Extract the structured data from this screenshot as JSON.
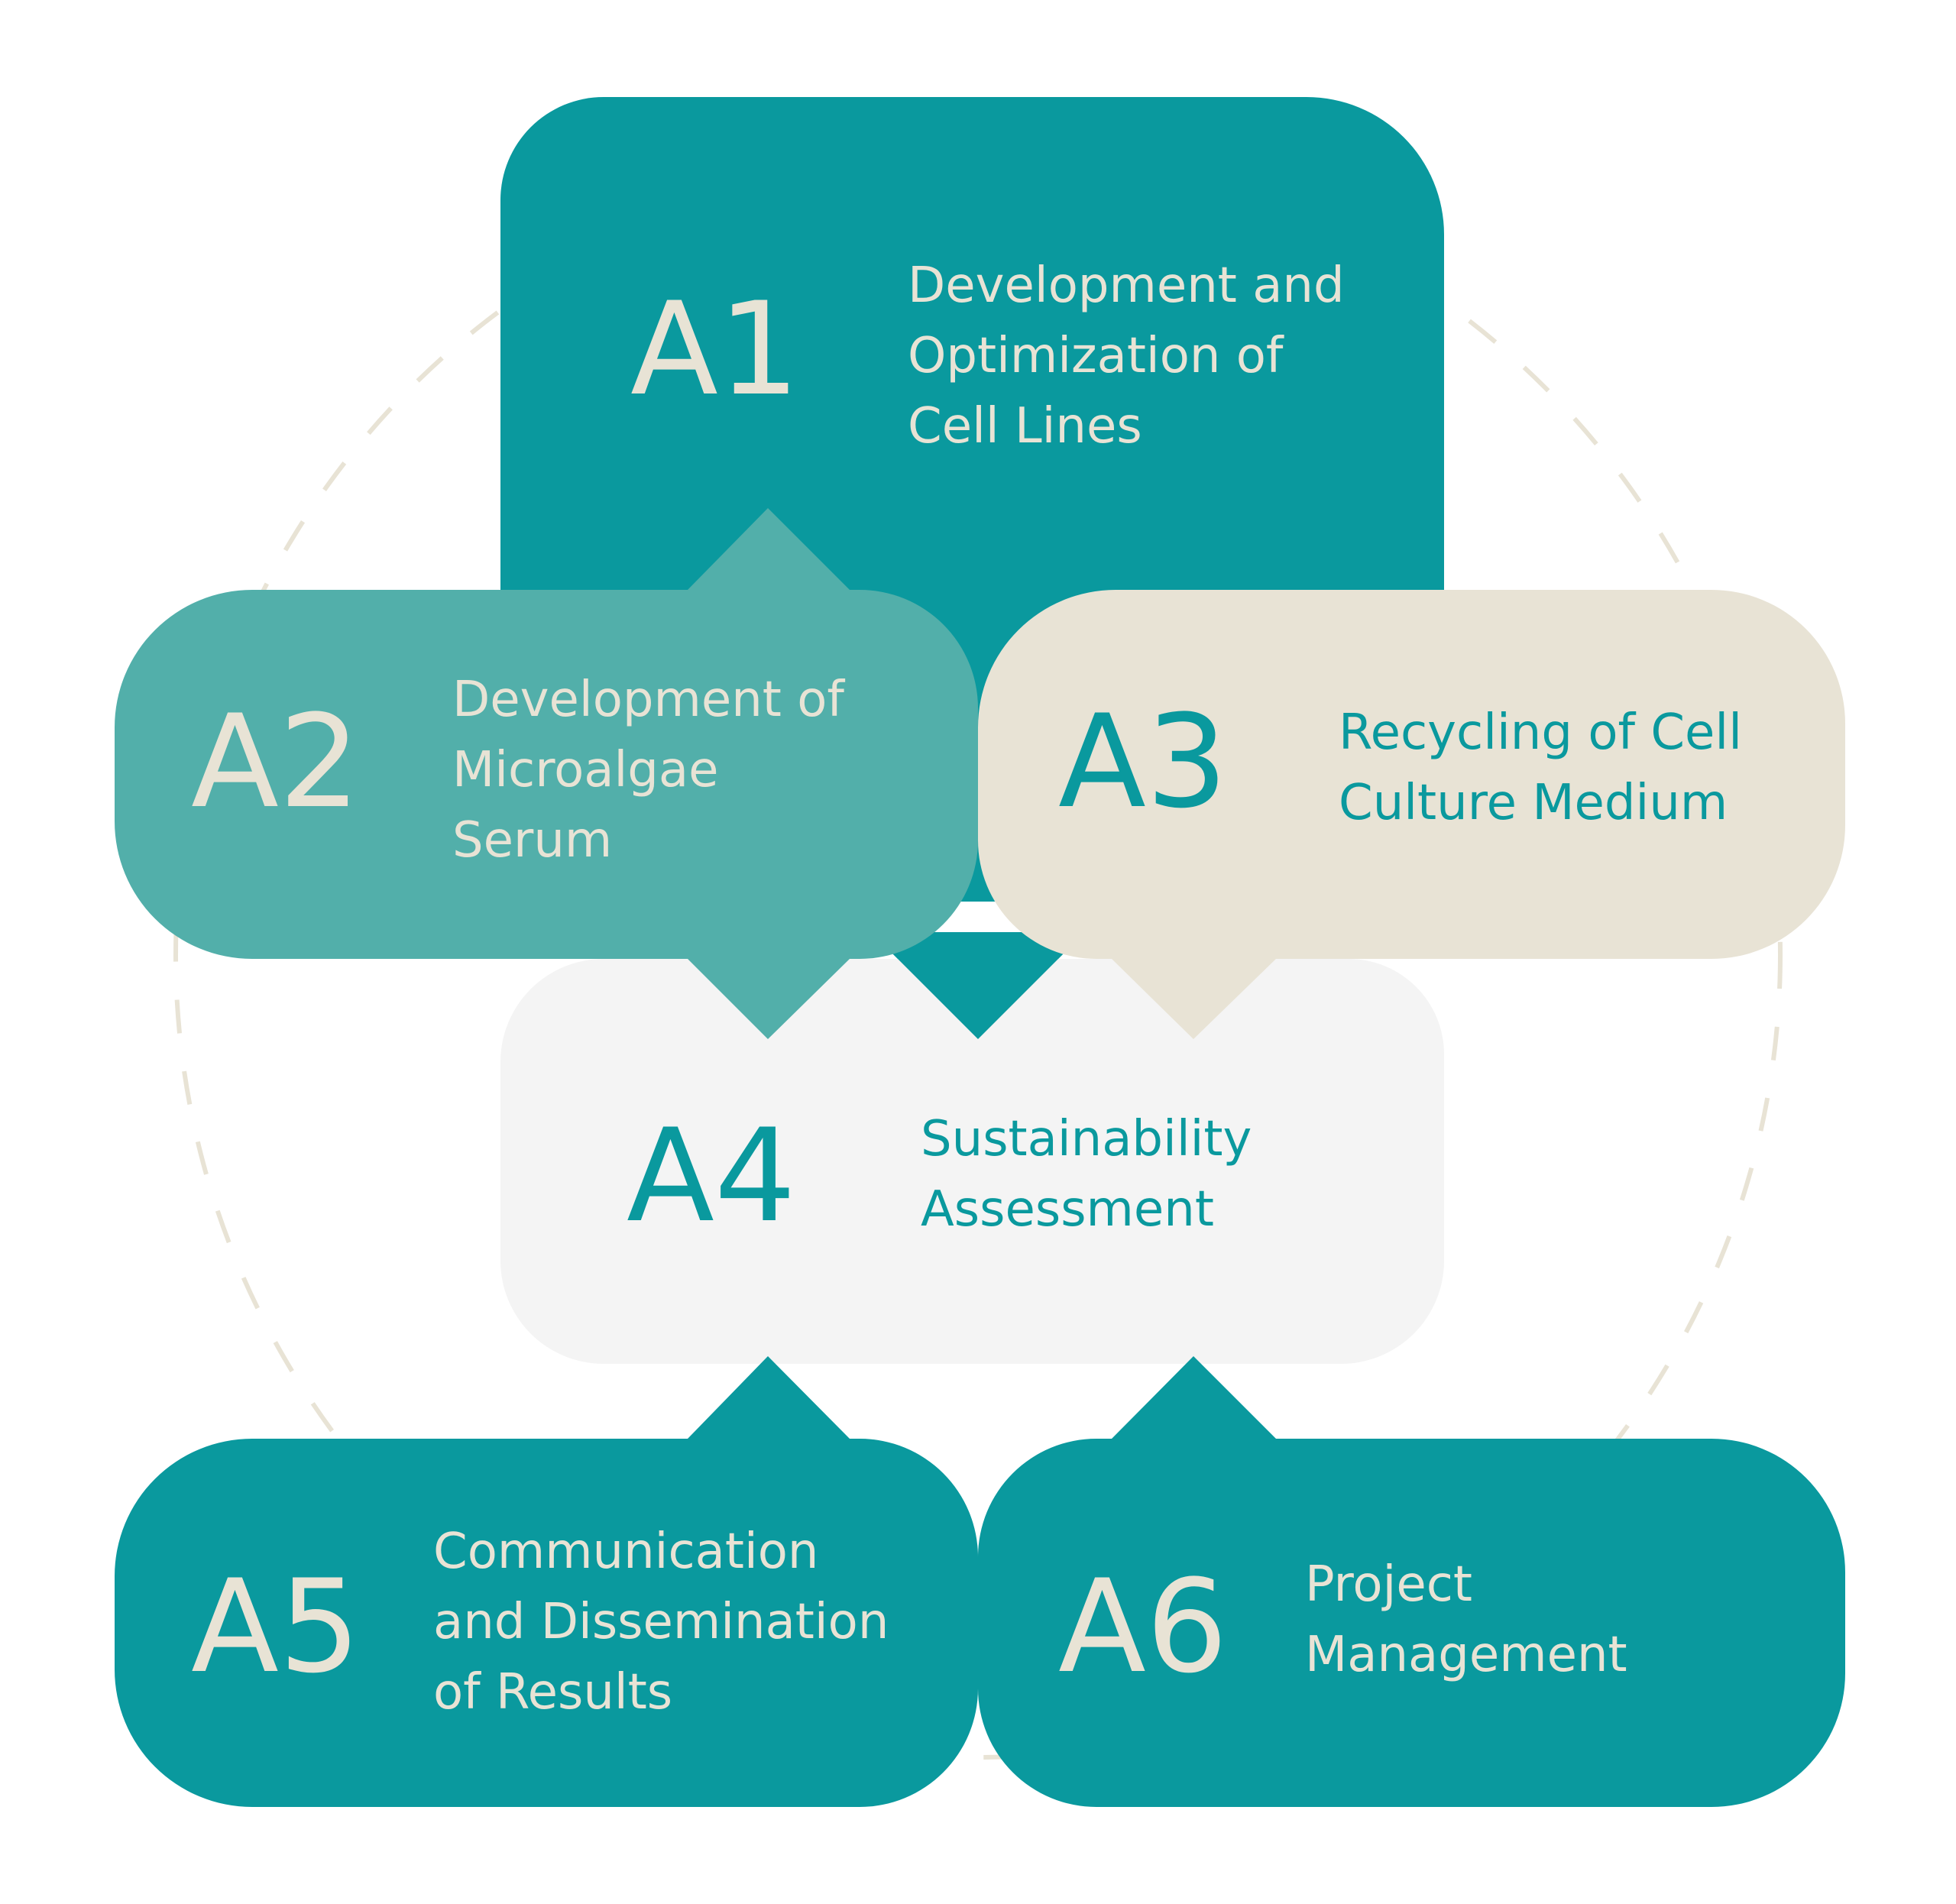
{
  "colors": {
    "teal": "#0A999E",
    "teal_light": "#52AFAA",
    "beige": "#E8E3D5",
    "light_gray": "#F4F4F4",
    "cream_text": "#E8E3D5",
    "dash_circle": "#E8E3D5"
  },
  "activities": [
    {
      "id": "a1",
      "code": "A1",
      "lines": [
        "Development and",
        "Optimization of",
        "Cell Lines"
      ]
    },
    {
      "id": "a2",
      "code": "A2",
      "lines": [
        "Development of",
        "Microalgae",
        "Serum"
      ]
    },
    {
      "id": "a3",
      "code": "A3",
      "lines": [
        "Recycling of Cell",
        "Culture Medium"
      ]
    },
    {
      "id": "a4",
      "code": "A4",
      "lines": [
        "Sustainability",
        "Assessment"
      ]
    },
    {
      "id": "a5",
      "code": "A5",
      "lines": [
        "Communication",
        "and Dissemination",
        "of Results"
      ]
    },
    {
      "id": "a6",
      "code": "A6",
      "lines": [
        "Project",
        "Management"
      ]
    }
  ]
}
